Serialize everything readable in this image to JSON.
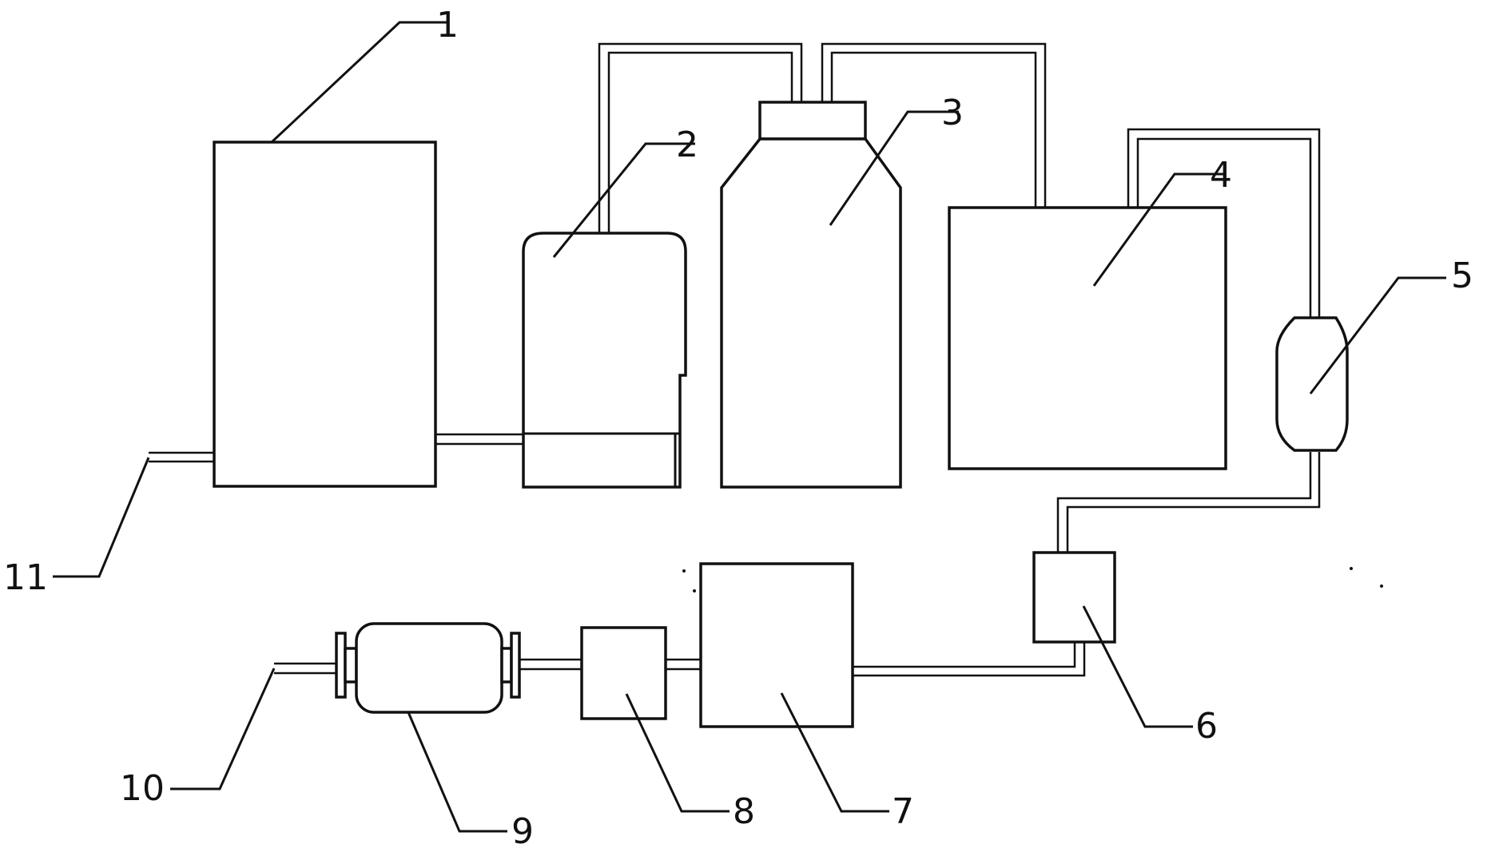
{
  "diagram": {
    "components": [
      {
        "id": "1",
        "label": "1"
      },
      {
        "id": "2",
        "label": "2"
      },
      {
        "id": "3",
        "label": "3"
      },
      {
        "id": "4",
        "label": "4"
      },
      {
        "id": "5",
        "label": "5"
      },
      {
        "id": "6",
        "label": "6"
      },
      {
        "id": "7",
        "label": "7"
      },
      {
        "id": "8",
        "label": "8"
      },
      {
        "id": "9",
        "label": "9"
      },
      {
        "id": "10",
        "label": "10"
      },
      {
        "id": "11",
        "label": "11"
      }
    ],
    "colors": {
      "line": "#111111",
      "background": "#ffffff"
    }
  }
}
